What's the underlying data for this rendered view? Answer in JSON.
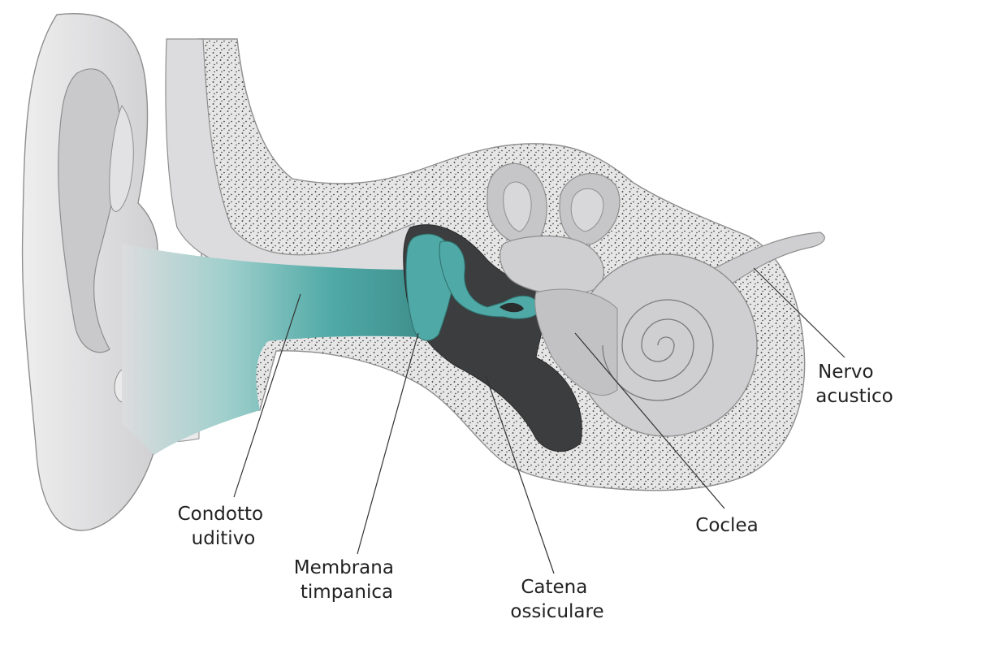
{
  "labels": {
    "condotto": [
      "Condotto",
      "uditivo"
    ],
    "membrana": [
      "Membrana",
      "timpanica"
    ],
    "catena": [
      "Catena",
      "ossiculare"
    ],
    "coclea": [
      "Coclea"
    ],
    "nervo": [
      "Nervo",
      "acustico"
    ]
  },
  "colors": {
    "tissue": "#dcdcde",
    "tissue_dark": "#b9b9bc",
    "bone_dots": "#2b2b2b",
    "canal": "#4fa9a6",
    "middle_ear": "#3c3d3e",
    "outline": "#8e8e8e"
  }
}
